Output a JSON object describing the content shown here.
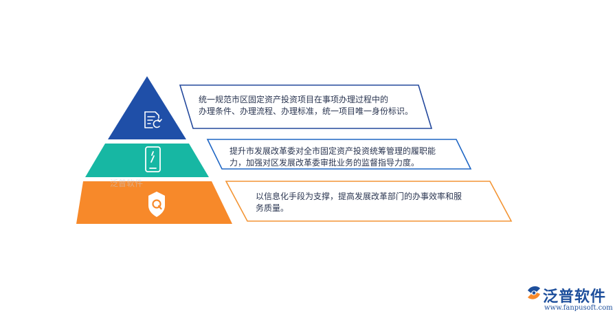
{
  "colors": {
    "tier1": "#1f4fa8",
    "tier2": "#17b7a3",
    "tier3": "#f7892a",
    "box1_border": "#23489c",
    "box2_border": "#1f66c4",
    "box3_border": "#f39433",
    "brand": "#1e4f9c"
  },
  "tiers": [
    {
      "icon": "document-refresh-icon",
      "lines": [
        "统一规范市区固定资产投资项目在事项办理过程中的",
        "办理条件、办理流程、办理标准，统一项目唯一身份标识。"
      ]
    },
    {
      "icon": "tablet-icon",
      "lines": [
        "提升市发展改革委对全市固定资产投资统筹管理的履职能",
        "力，加强对区发展改革委审批业务的监督指导力度。"
      ]
    },
    {
      "icon": "shield-q-icon",
      "lines": [
        "以信息化手段为支撑，提高发展改革部门的办事效率和服",
        "务质量。"
      ]
    }
  ],
  "watermark": "泛普软件",
  "logo": {
    "name": "泛普软件",
    "url": "www.fanpusoft.com",
    "icon": "fanpu-logo-icon"
  }
}
